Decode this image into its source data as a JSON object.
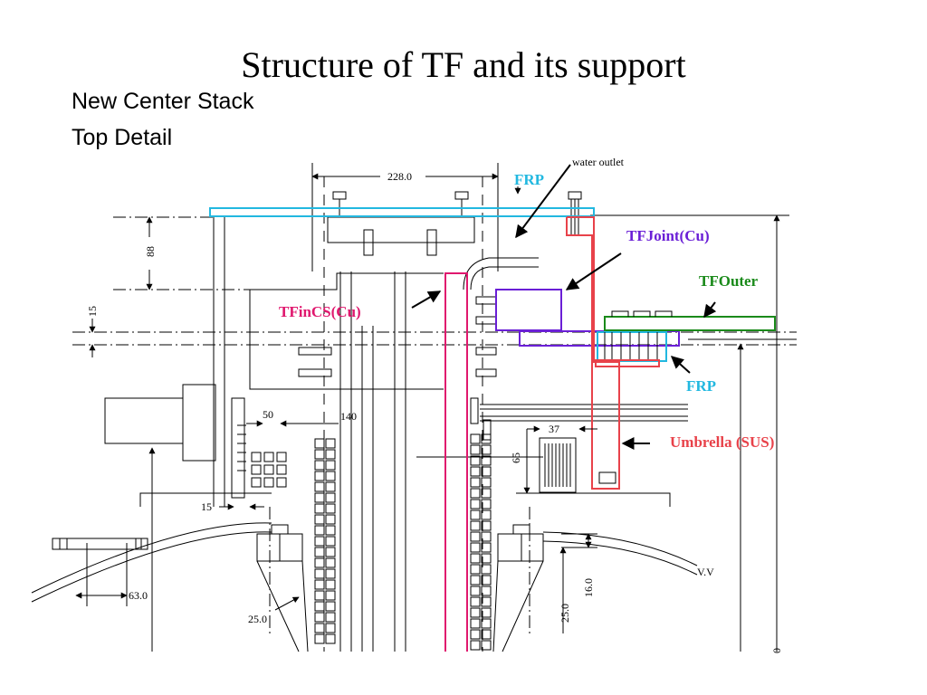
{
  "slide": {
    "title": "Structure of TF and its support",
    "subtitle_line1": "New Center Stack",
    "subtitle_line2": "Top Detail"
  },
  "labels": {
    "frp_top": "FRP",
    "water_outlet": "water outlet",
    "tfjoint": "TFJoint(Cu)",
    "tfouter": "TFOuter",
    "tfincs": "TFinCS(Cu)",
    "frp_right": "FRP",
    "umbrella": "Umbrella (SUS)",
    "vv": "V.V"
  },
  "dimensions": {
    "d228": "228.0",
    "d88": "88",
    "d15_left": "15",
    "d50": "50",
    "d140": "140",
    "d37": "37",
    "d65": "65",
    "d15_bottom": "15",
    "d63": "63.0",
    "d25a": "25.0",
    "d25b": "25.0",
    "d16": "16.0",
    "d0": "0"
  },
  "colors": {
    "frp": "#22b8e0",
    "tfjoint": "#6a1fd6",
    "tfouter": "#1a8a1a",
    "tfincs": "#e0186e",
    "umbrella": "#e8424a",
    "line": "#000000"
  }
}
